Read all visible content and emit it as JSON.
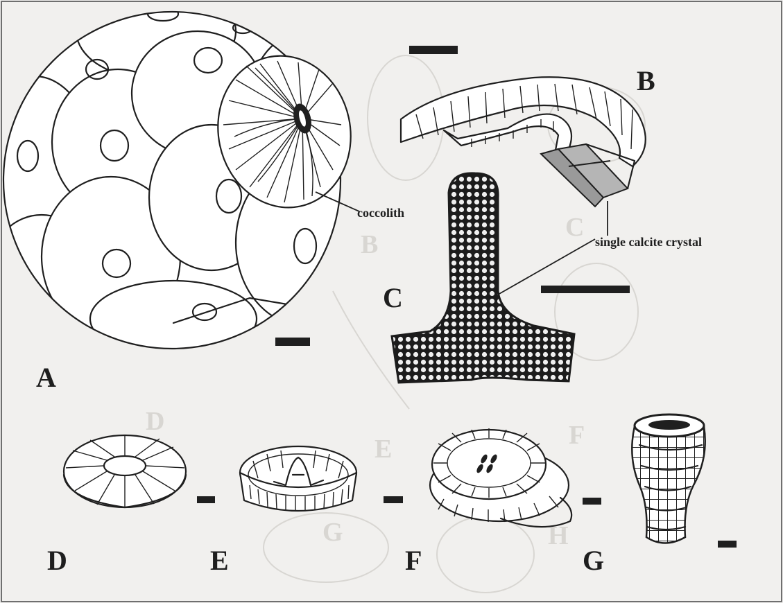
{
  "panels": {
    "a": "A",
    "b": "B",
    "c": "C",
    "d": "D",
    "e": "E",
    "f": "F",
    "g": "G"
  },
  "annotations": {
    "coccolith": "coccolith",
    "calcite": "single calcite crystal"
  },
  "colors": {
    "background": "#f1f0ee",
    "ink": "#1f1f1f",
    "crystal_fill": "#9a9a9a",
    "ghost": "#d8d6d2"
  }
}
